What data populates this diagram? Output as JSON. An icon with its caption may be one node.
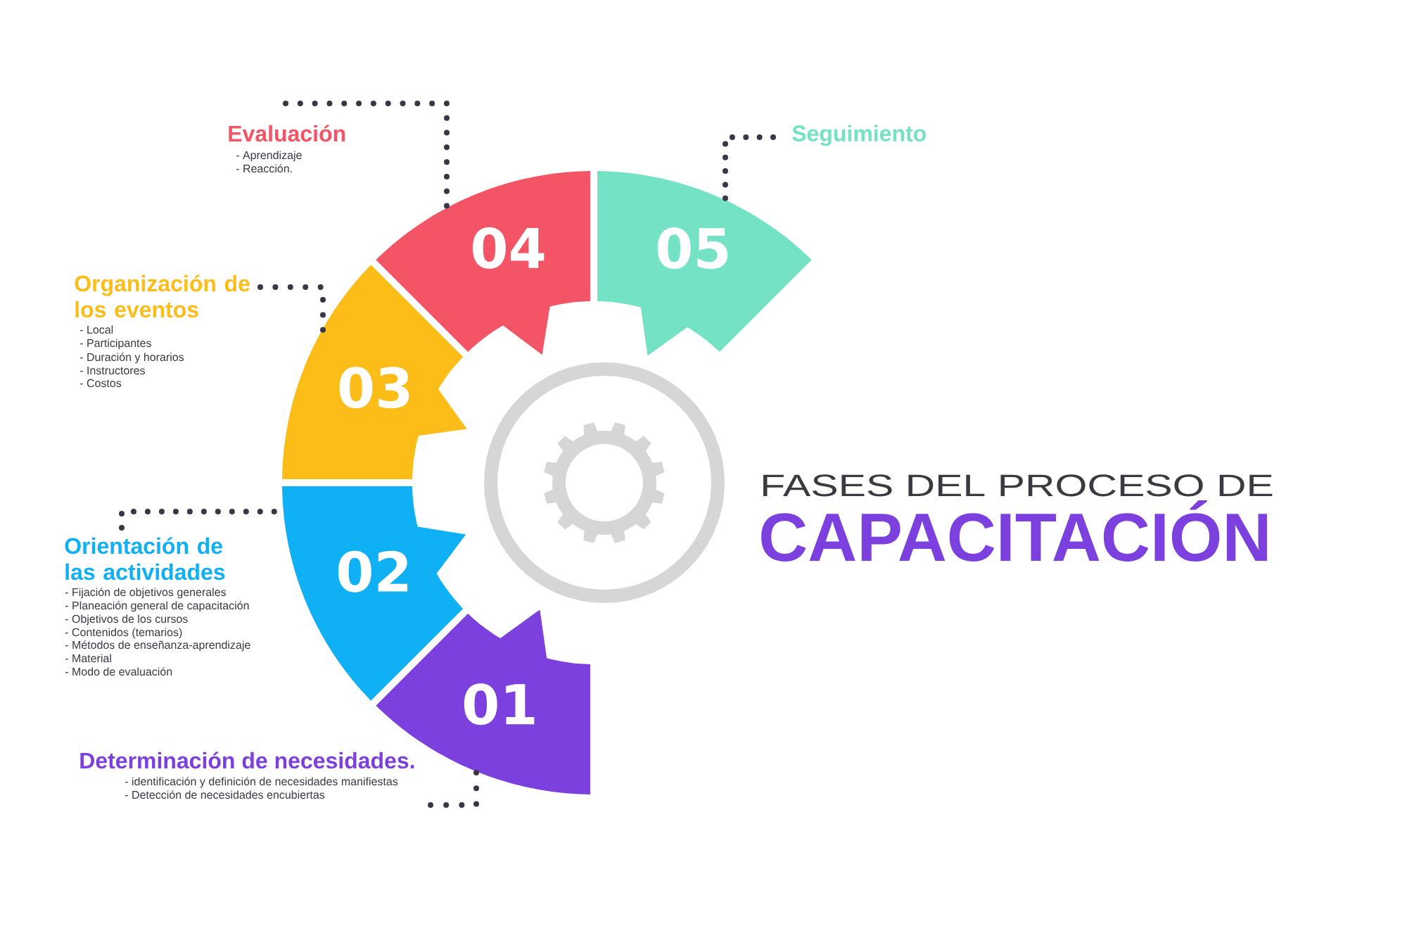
{
  "diagram": {
    "nodes": [
      {
        "text": [
          "01"
        ]
      },
      {
        "text": [
          "Determinación de necesidades.",
          "- identificación y definición de necesidades manifiestas",
          "- Detección de necesidades encubiertas"
        ]
      },
      {
        "text": [
          "02"
        ]
      },
      {
        "text": [
          "Orientación de las actividades",
          "- Fijación de objetivos generales",
          "- Planeación general de capacitación",
          "- Objetivos de los cursos",
          "- Contenidos (temarios)",
          "- Métodos de enseñanza-aprendizaje",
          "- Material",
          "- Modo de evaluación"
        ]
      },
      {
        "text": [
          "03"
        ]
      },
      {
        "text": [
          "Organización de los eventos",
          "- Local",
          "- Participantes",
          "- Duración y horarios",
          "- Instructores",
          "- Costos"
        ]
      },
      {
        "text": [
          "04"
        ]
      },
      {
        "text": [
          "Evaluación",
          "- Aprendizaje",
          "- Reacción."
        ]
      },
      {
        "text": [
          "05"
        ]
      },
      {
        "text": [
          "Seguimiento"
        ]
      }
    ],
    "edges": [
      {
        "from": 1,
        "to": 0,
        "arrow": "none"
      },
      {
        "from": 3,
        "to": 2,
        "arrow": "none"
      },
      {
        "from": 5,
        "to": 4,
        "arrow": "none"
      },
      {
        "from": 7,
        "to": 6,
        "arrow": "none"
      },
      {
        "from": 9,
        "to": 8,
        "arrow": "none"
      }
    ],
    "labels": [
      "FASES DEL PROCESO DE",
      "CAPACITACIÓN"
    ]
  }
}
